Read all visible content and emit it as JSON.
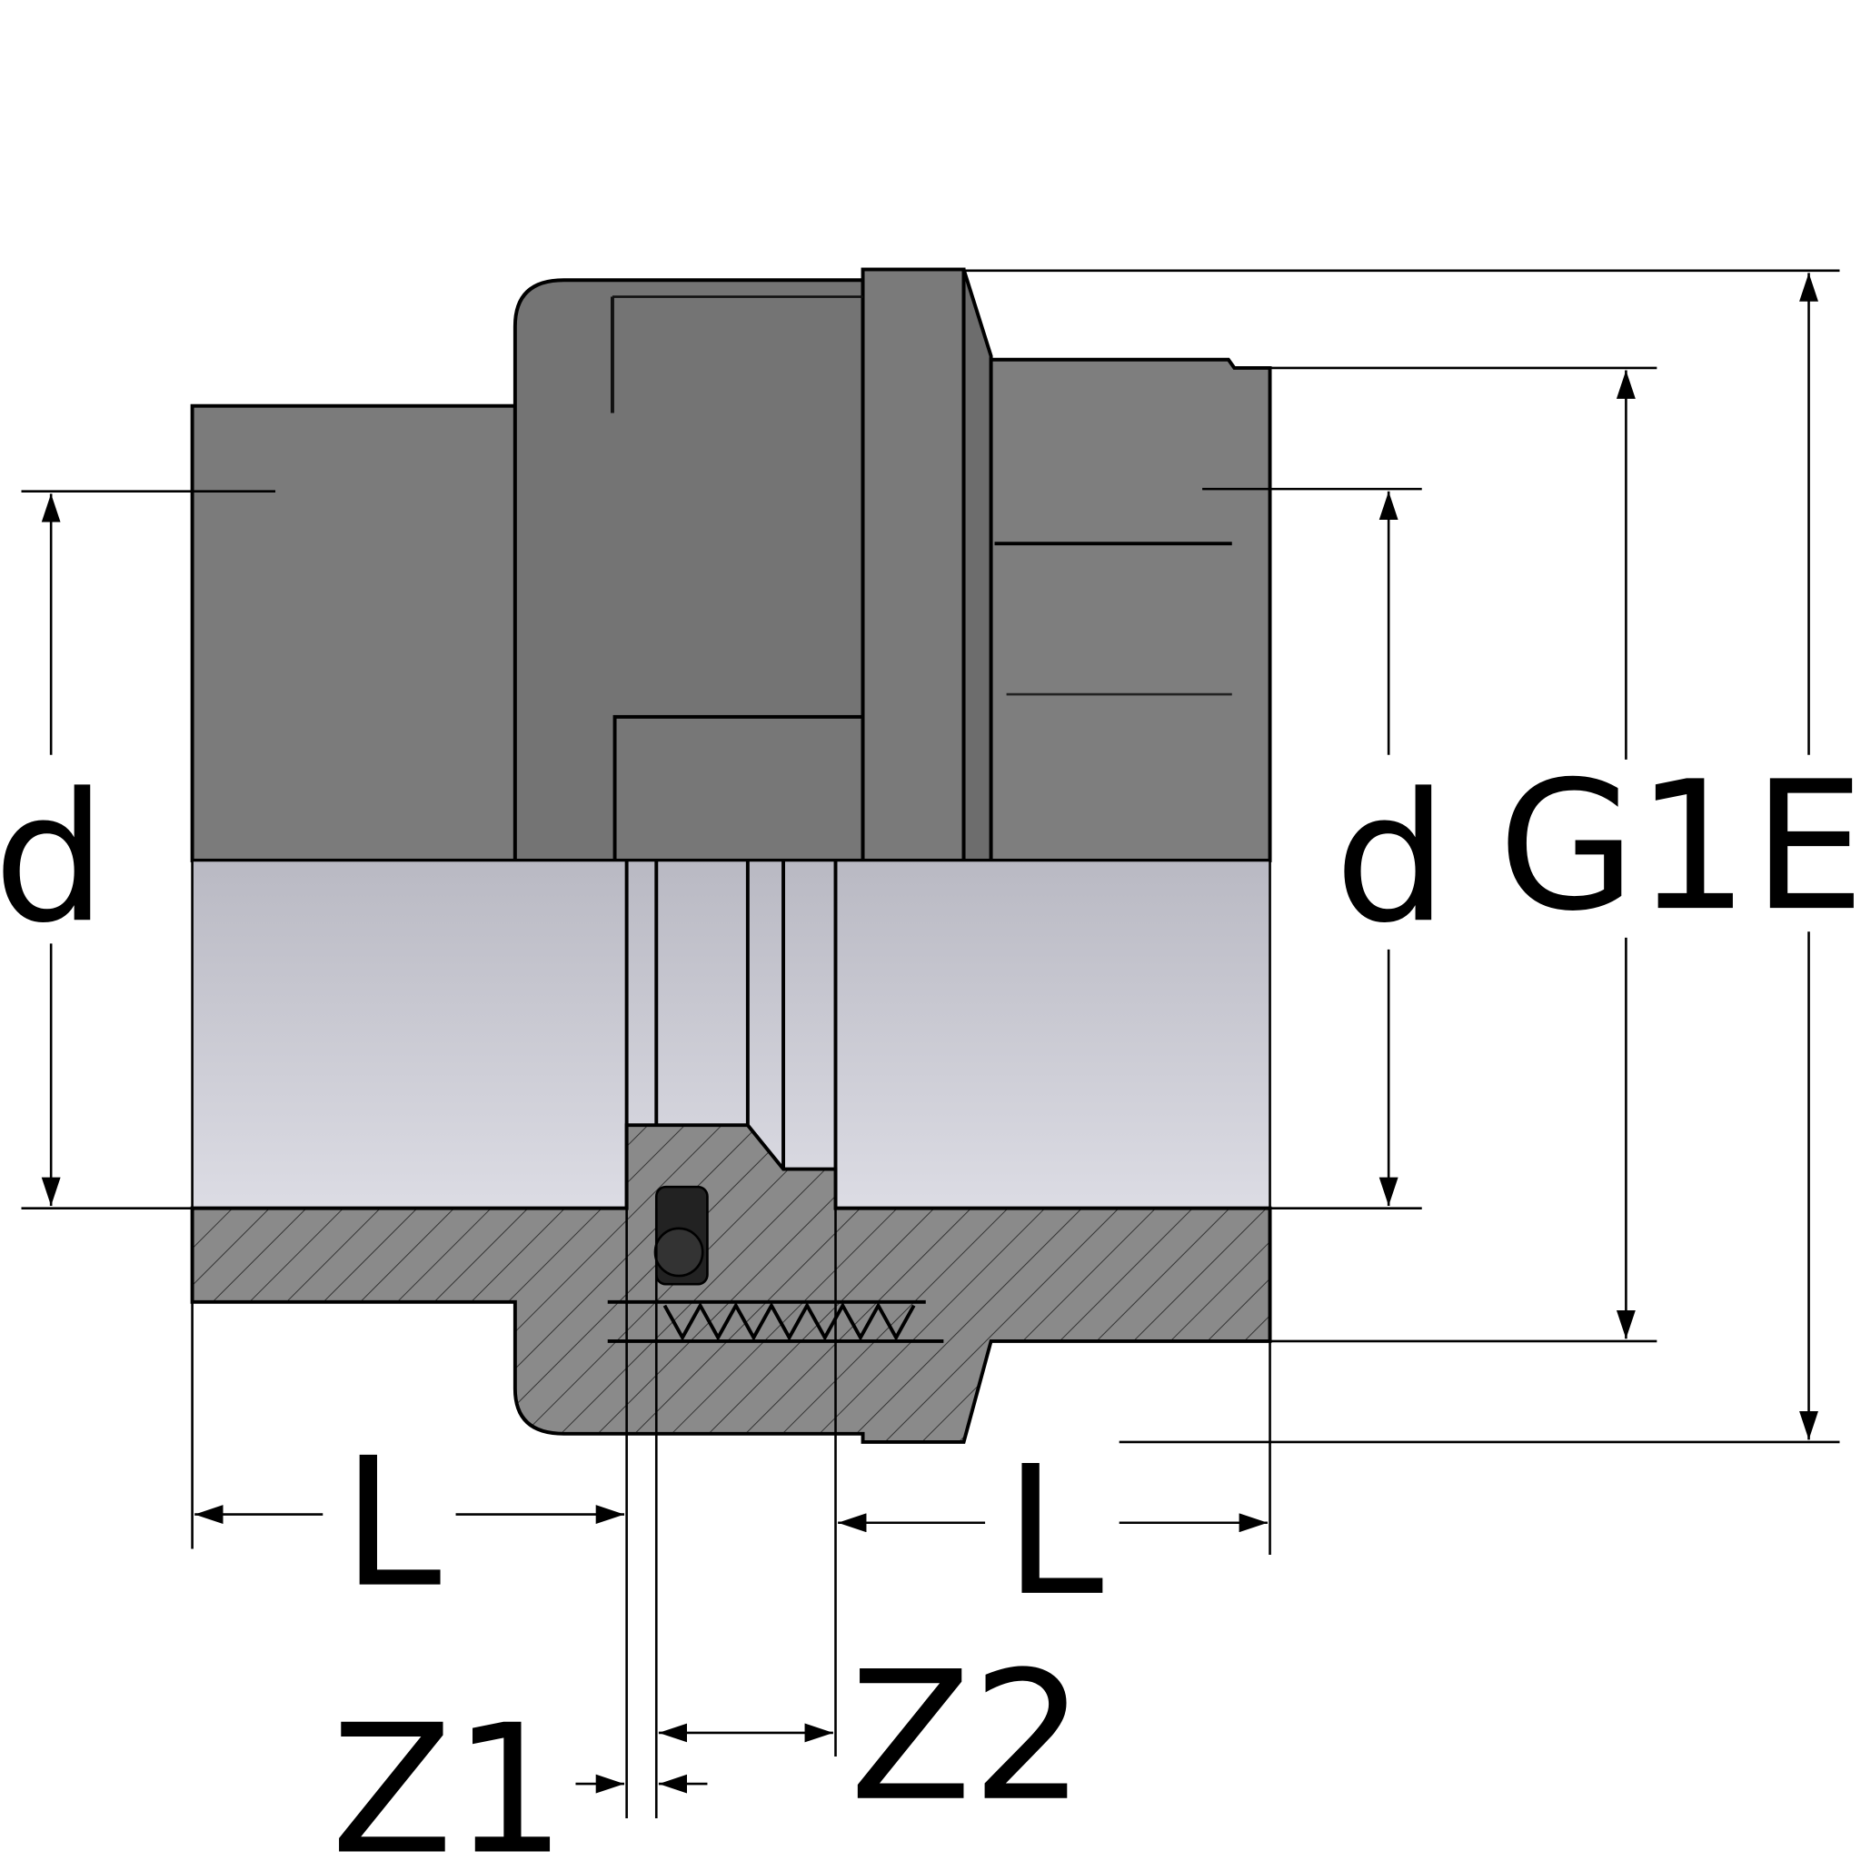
{
  "drawing": {
    "title": "Pipe union fitting, cross-section",
    "labels": {
      "d_left": "d",
      "d_right": "d",
      "g1": "G1",
      "e": "E",
      "l_left": "L",
      "l_right": "L",
      "z1": "Z1",
      "z2": "Z2"
    },
    "colors": {
      "body": "#7d7d7d",
      "body_dark": "#6a6a6a",
      "bore": "#d2d2dc",
      "section": "#8a8a8a",
      "line": "#000000"
    }
  }
}
